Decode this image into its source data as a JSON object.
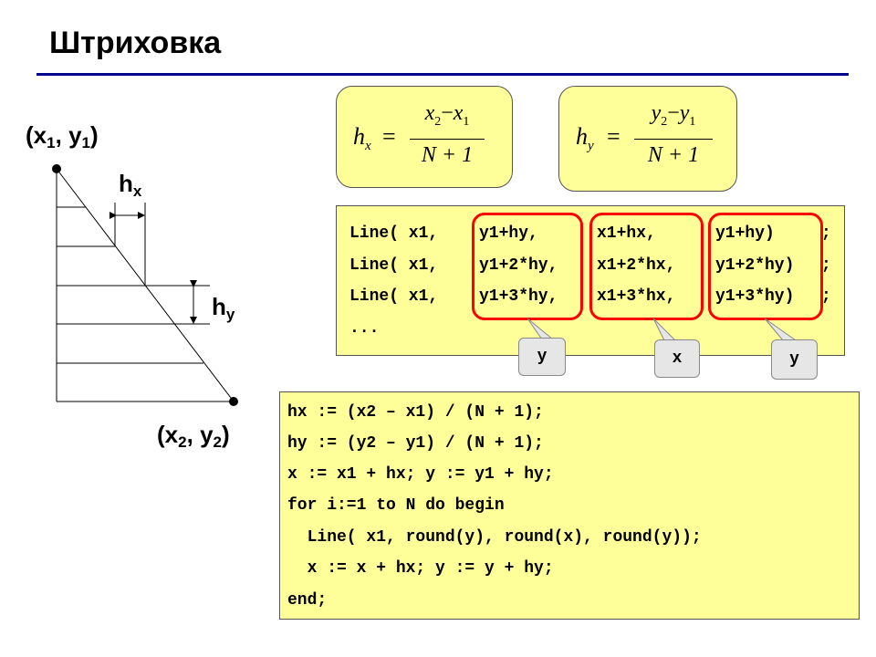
{
  "slide": {
    "title": "Штриховка"
  },
  "diagram": {
    "p1": {
      "var_a": "x",
      "sub_a": "1",
      "var_b": "y",
      "sub_b": "1"
    },
    "p2": {
      "var_a": "x",
      "sub_a": "2",
      "var_b": "y",
      "sub_b": "2"
    },
    "hx": {
      "base": "h",
      "sub": "x"
    },
    "hy": {
      "base": "h",
      "sub": "y"
    }
  },
  "formulas": {
    "hx": {
      "lhs": "h",
      "lhs_sub": "x",
      "eq": "=",
      "num_a": "x",
      "num_a_sub": "2",
      "minus": "−",
      "num_b": "x",
      "num_b_sub": "1",
      "den": "N + 1"
    },
    "hy": {
      "lhs": "h",
      "lhs_sub": "y",
      "eq": "=",
      "num_a": "y",
      "num_a_sub": "2",
      "minus": "−",
      "num_b": "y",
      "num_b_sub": "1",
      "den": "N + 1"
    }
  },
  "line_calls": {
    "rows": [
      {
        "prefix": "Line( x1, ",
        "c1": "y1+hy,",
        "c2": "x1+hx,",
        "c3": "y1+hy)",
        "end": ";"
      },
      {
        "prefix": "Line( x1, ",
        "c1": "y1+2*hy,",
        "c2": "x1+2*hx,",
        "c3": "y1+2*hy)",
        "end": ";"
      },
      {
        "prefix": "Line( x1, ",
        "c1": "y1+3*hy,",
        "c2": "x1+3*hx,",
        "c3": "y1+3*hy)",
        "end": ";"
      }
    ],
    "ellipsis": "...",
    "callouts": [
      "y",
      "x",
      "y"
    ]
  },
  "program": {
    "lines": [
      "hx := (x2 – x1) / (N + 1);",
      "hy := (y2 – y1) / (N + 1);",
      "x := x1 + hx; y := y1 + hy;",
      "for i:=1 to N do begin",
      "  Line( x1, round(y), round(x), round(y));",
      "  x := x + hx; y := y + hy;",
      "end;"
    ]
  },
  "colors": {
    "box_fill": "#ffff99",
    "highlight": "#ff0000",
    "title_rule": "#00008b",
    "callout_fill": "#e6e6e6"
  }
}
